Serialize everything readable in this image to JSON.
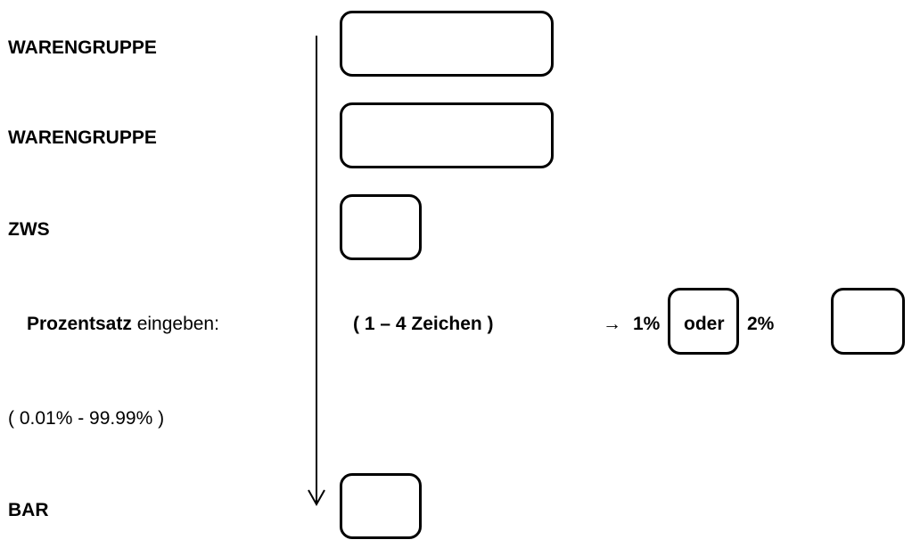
{
  "rows": {
    "warengruppe_1": "WARENGRUPPE",
    "warengruppe_2": "WARENGRUPPE",
    "zws": "ZWS",
    "prozentsatz_bold": "Prozentsatz",
    "prozentsatz_rest": " eingeben:",
    "range_hint": "( 0.01% - 99.99% )",
    "bar": "BAR"
  },
  "hints": {
    "char_count": "( 1 – 4 Zeichen )",
    "arrow_glyph": "→",
    "option_1": "1%",
    "oder": "oder",
    "option_2": "2%"
  }
}
